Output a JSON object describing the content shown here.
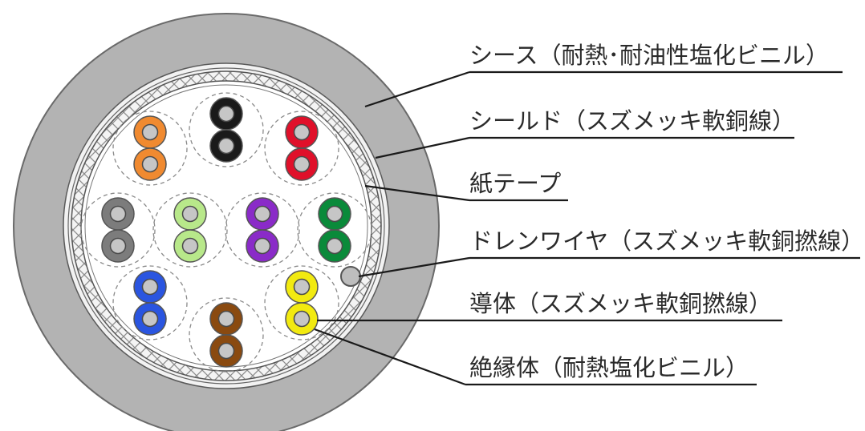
{
  "callouts": [
    {
      "id": "sheath",
      "label": "シース（耐熱･耐油性塩化ビニル）"
    },
    {
      "id": "shield",
      "label": "シールド（スズメッキ軟銅線）"
    },
    {
      "id": "paper-tape",
      "label": "紙テープ"
    },
    {
      "id": "drain-wire",
      "label": "ドレンワイヤ（スズメッキ軟銅撚線）"
    },
    {
      "id": "conductor",
      "label": "導体（スズメッキ軟銅撚線）"
    },
    {
      "id": "insulator",
      "label": "絶縁体（耐熱塩化ビニル）"
    }
  ],
  "pairs": [
    {
      "name": "black-pair",
      "color": "#1a1a1a"
    },
    {
      "name": "red-pair",
      "color": "#e0102a"
    },
    {
      "name": "orange-pair",
      "color": "#f08a30"
    },
    {
      "name": "gray-pair",
      "color": "#7c7c7c"
    },
    {
      "name": "lightgreen-pair",
      "color": "#b8e88a"
    },
    {
      "name": "purple-pair",
      "color": "#8a2bc8"
    },
    {
      "name": "green-pair",
      "color": "#0a8a3a"
    },
    {
      "name": "blue-pair",
      "color": "#2a55e0"
    },
    {
      "name": "brown-pair",
      "color": "#8a4a10"
    },
    {
      "name": "yellow-pair",
      "color": "#f2ea10"
    }
  ],
  "colors": {
    "sheath": "#b3b3b3",
    "core_background": "#ffffff",
    "conductor": "#c6c6c6",
    "drain_wire": "#bdbdbd",
    "outline": "#555555",
    "leader": "#1a1a1a"
  }
}
